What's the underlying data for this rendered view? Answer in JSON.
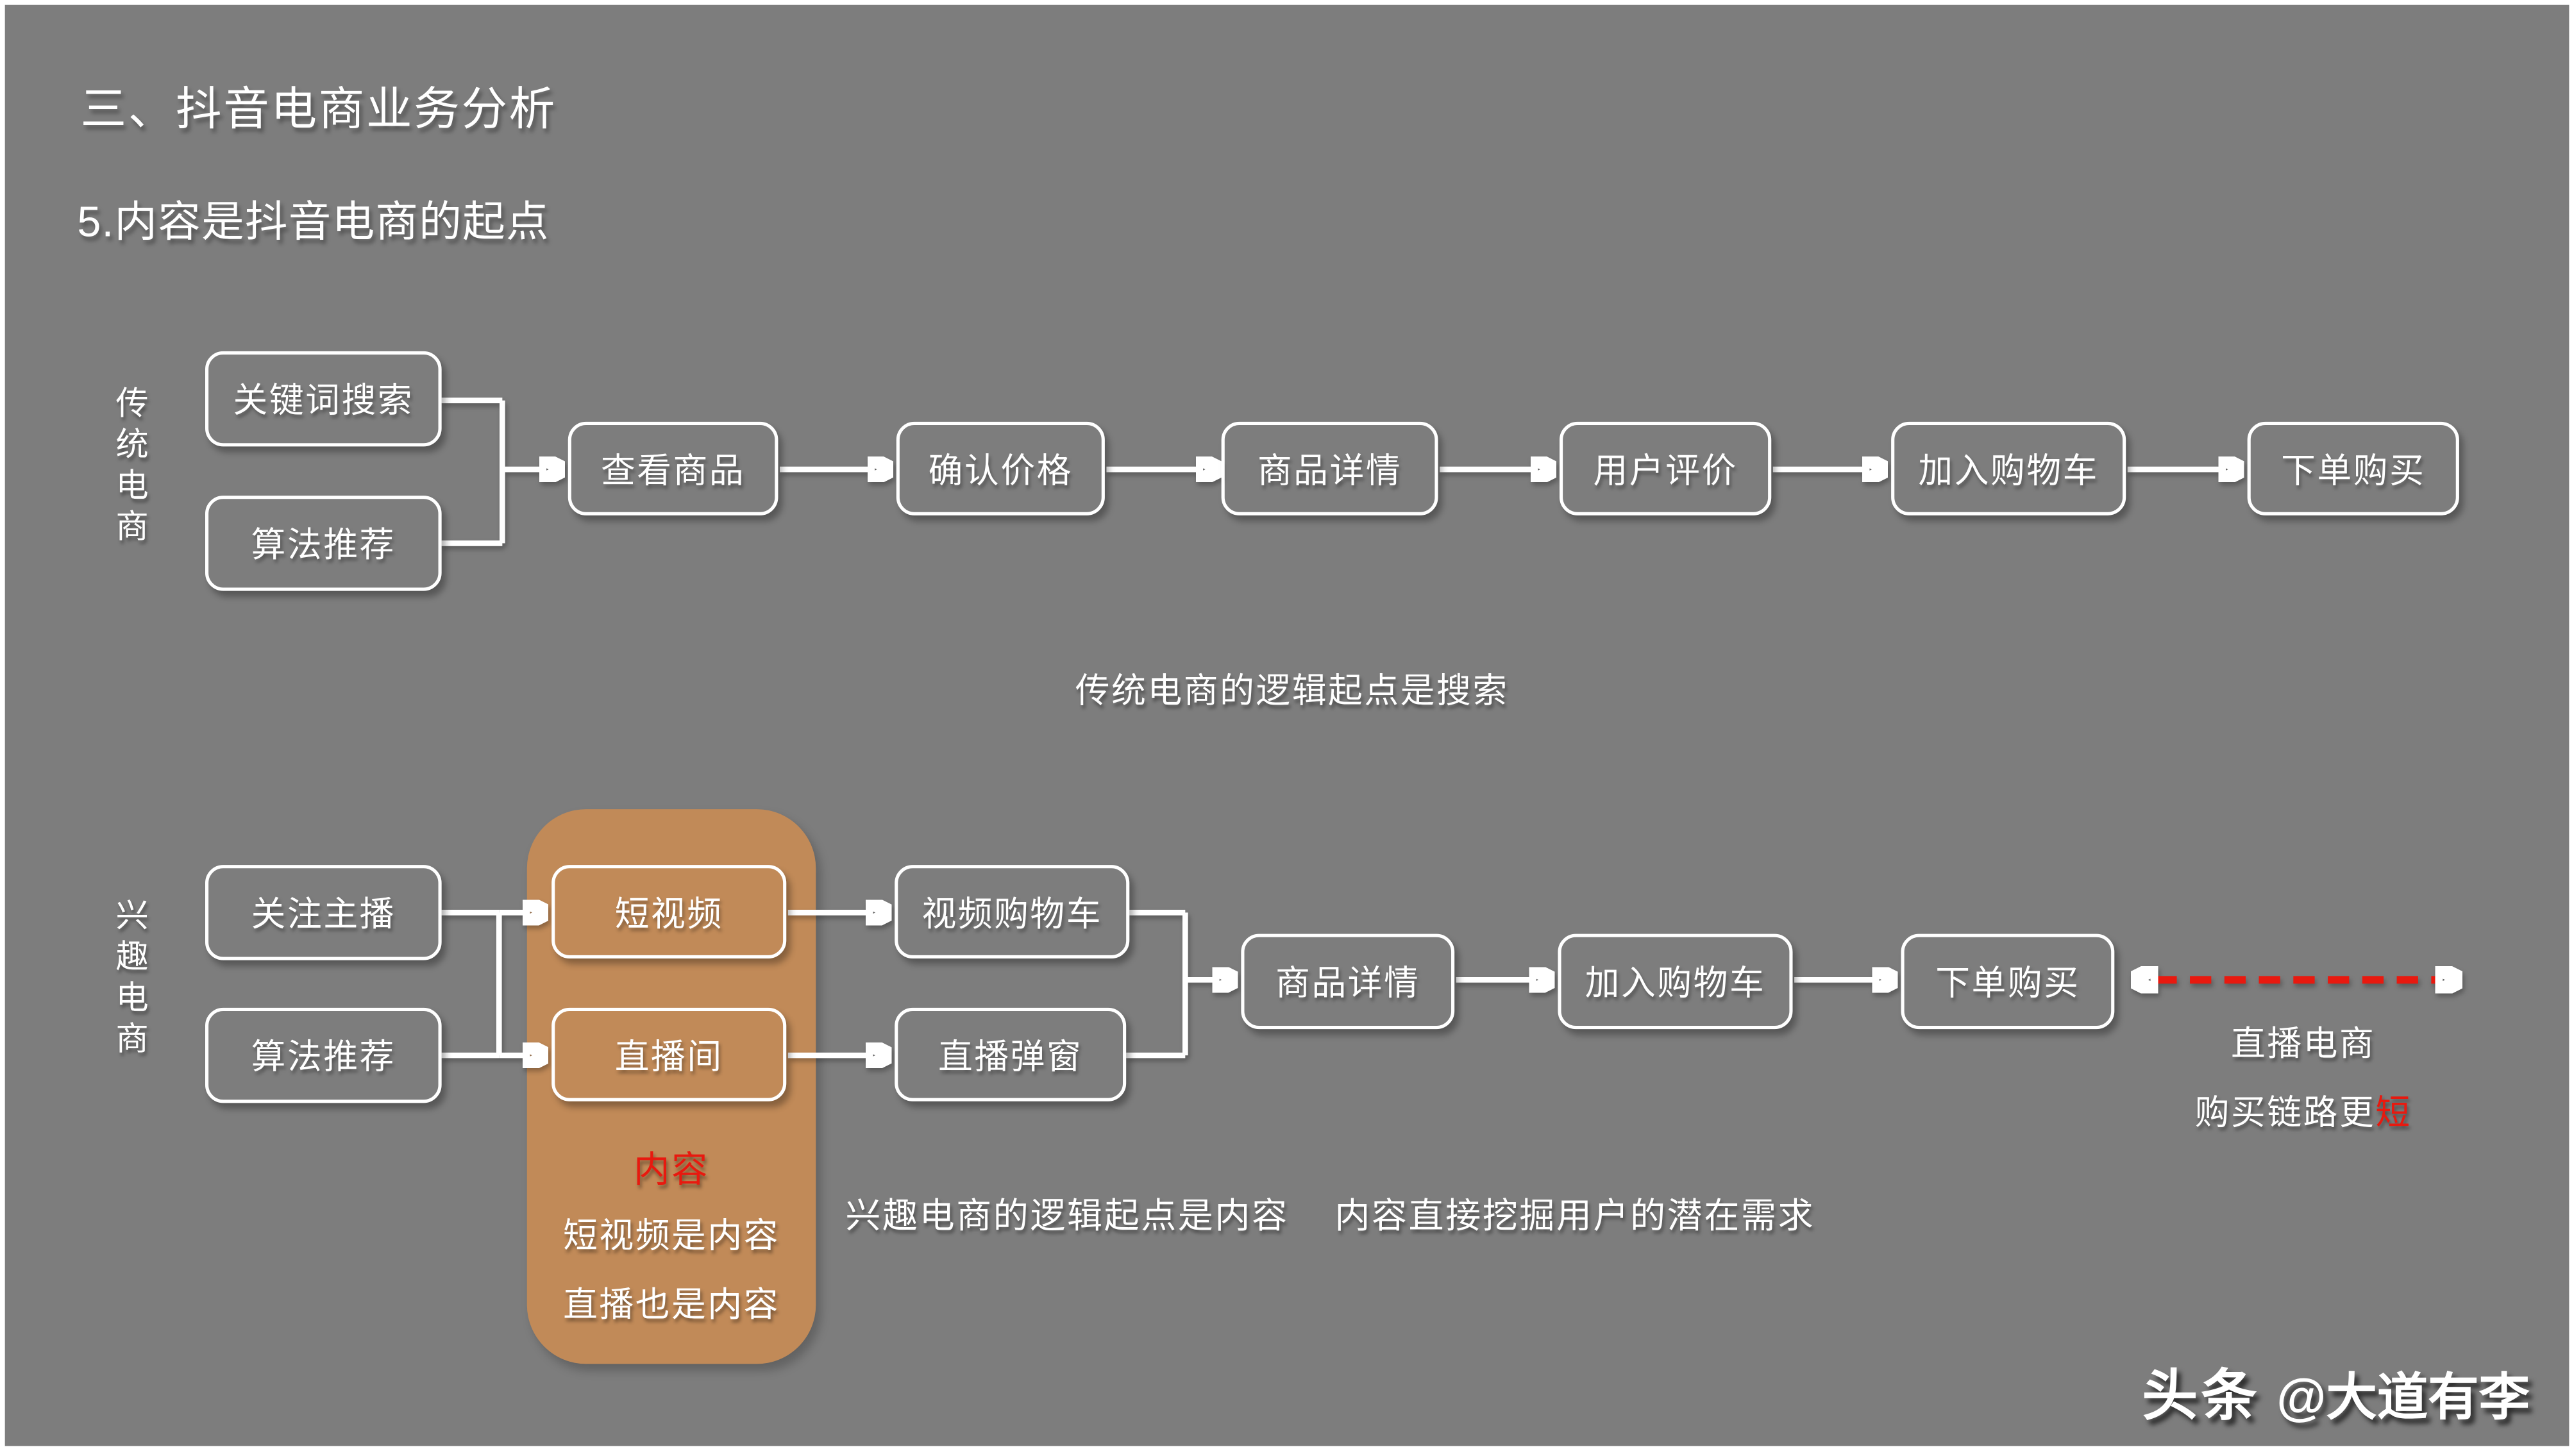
{
  "page": {
    "title": "三、抖音电商业务分析",
    "subtitle": "5.内容是抖音电商的起点",
    "watermark_brand": "头条",
    "watermark_handle": "@大道有李"
  },
  "colors": {
    "slide_background": "#7d7d7d",
    "box_border": "#ffffff",
    "content_panel_orange": "#c18a58",
    "accent_red": "#e8190f",
    "text": "#ffffff"
  },
  "traditional_flow": {
    "row_label": "传统电商",
    "sources": [
      "关键词搜索",
      "算法推荐"
    ],
    "steps": [
      "查看商品",
      "确认价格",
      "商品详情",
      "用户评价",
      "加入购物车",
      "下单购买"
    ],
    "caption": "传统电商的逻辑起点是搜索"
  },
  "interest_flow": {
    "row_label": "兴趣电商",
    "sources": [
      "关注主播",
      "算法推荐"
    ],
    "content_boxes": [
      "短视频",
      "直播间"
    ],
    "cart_boxes": [
      "视频购物车",
      "直播弹窗"
    ],
    "steps": [
      "商品详情",
      "加入购物车",
      "下单购买"
    ],
    "caption_left": "兴趣电商的逻辑起点是内容",
    "caption_right": "内容直接挖掘用户的潜在需求"
  },
  "content_panel": {
    "title": "内容",
    "notes": [
      "短视频是内容",
      "直播也是内容"
    ]
  },
  "live_commerce_note": {
    "line1": "直播电商",
    "line2_prefix": "购买链路更",
    "line2_emphasis": "短"
  }
}
